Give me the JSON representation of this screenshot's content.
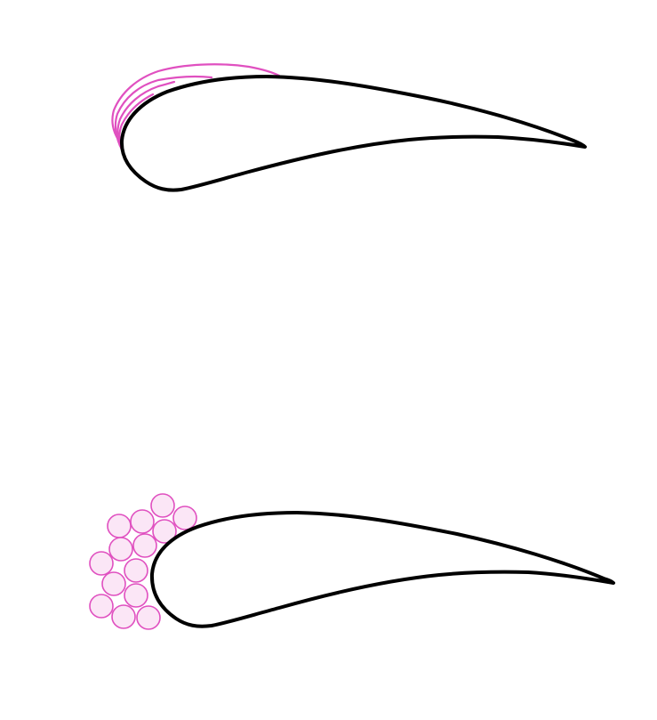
{
  "colors": {
    "outline": "#000000",
    "ice_stroke": "#e050c0",
    "particle_fill": "#fbe6f6",
    "particle_stroke": "#e050c0",
    "background": "#ffffff"
  },
  "panels": [
    {
      "id": "top",
      "accretion": "layered-film"
    },
    {
      "id": "bottom",
      "accretion": "particle-cluster"
    }
  ]
}
